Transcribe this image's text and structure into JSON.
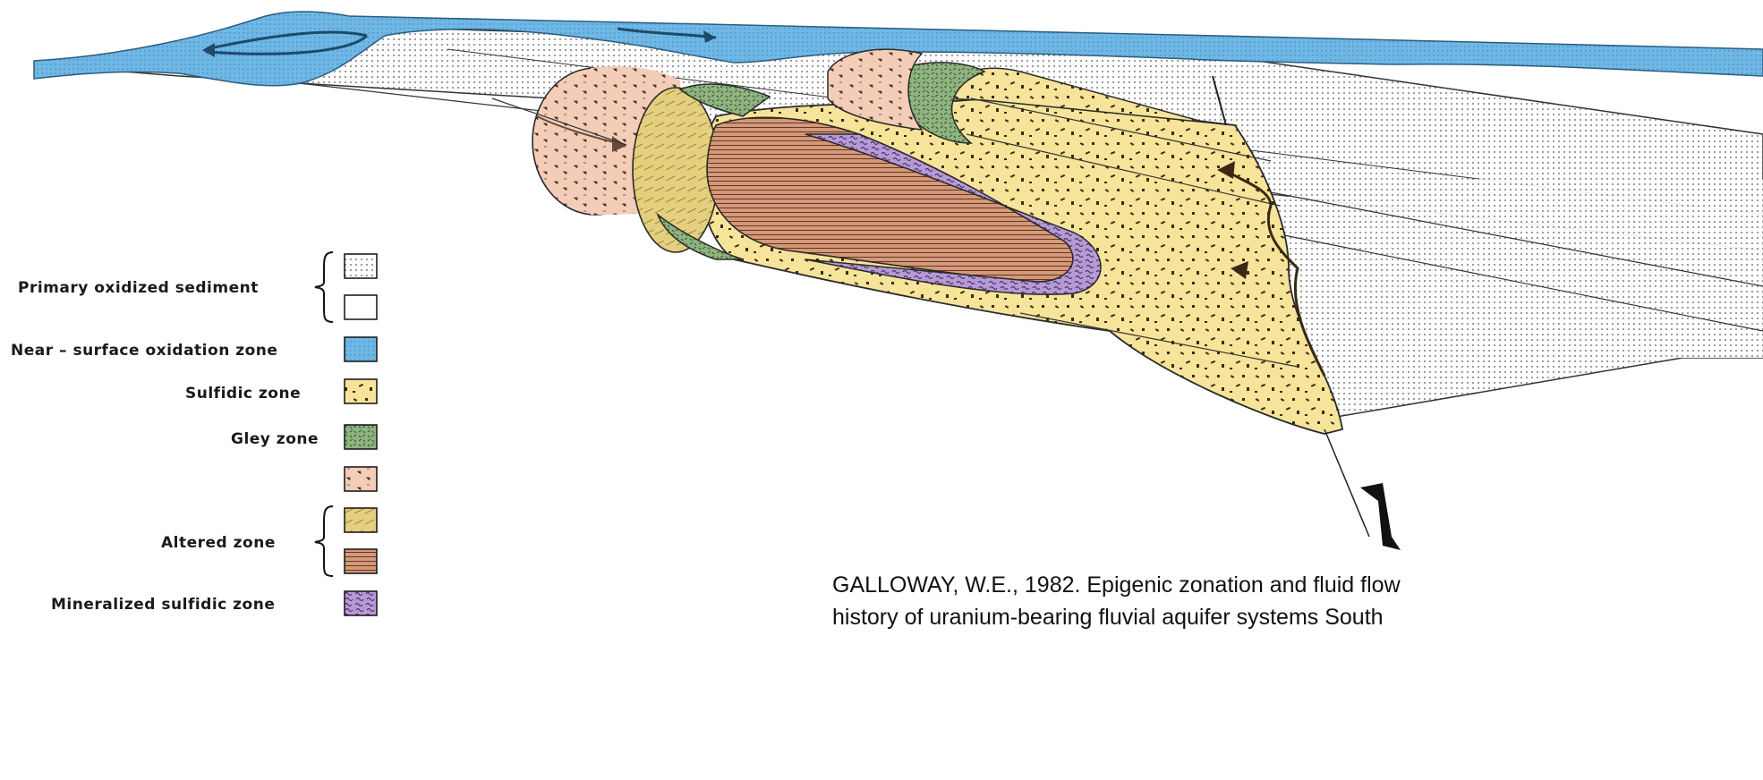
{
  "legend": {
    "primary_oxidized_sediment": "Primary oxidized sediment",
    "near_surface_oxidation_zone": "Near – surface oxidation zone",
    "sulfidic_zone": "Sulfidic zone",
    "gley_zone": "Gley zone",
    "altered_zone": "Altered zone",
    "mineralized_sulfidic_zone": "Mineralized sulfidic zone"
  },
  "citation": {
    "line1": "GALLOWAY, W.E., 1982. Epigenic zonation and fluid flow",
    "line2": "history of uranium-bearing fluvial aquifer systems South"
  },
  "colors": {
    "near_surface_blue": "#6fb8e6",
    "sulfidic_yellow": "#f6e49a",
    "gley_green": "#8fb47f",
    "pink_zone": "#f4cdb8",
    "altered_olive": "#e3cf7e",
    "altered_brown": "#c98a6a",
    "mineralized_purple": "#b59ad6",
    "outline": "#2a2a2a"
  }
}
